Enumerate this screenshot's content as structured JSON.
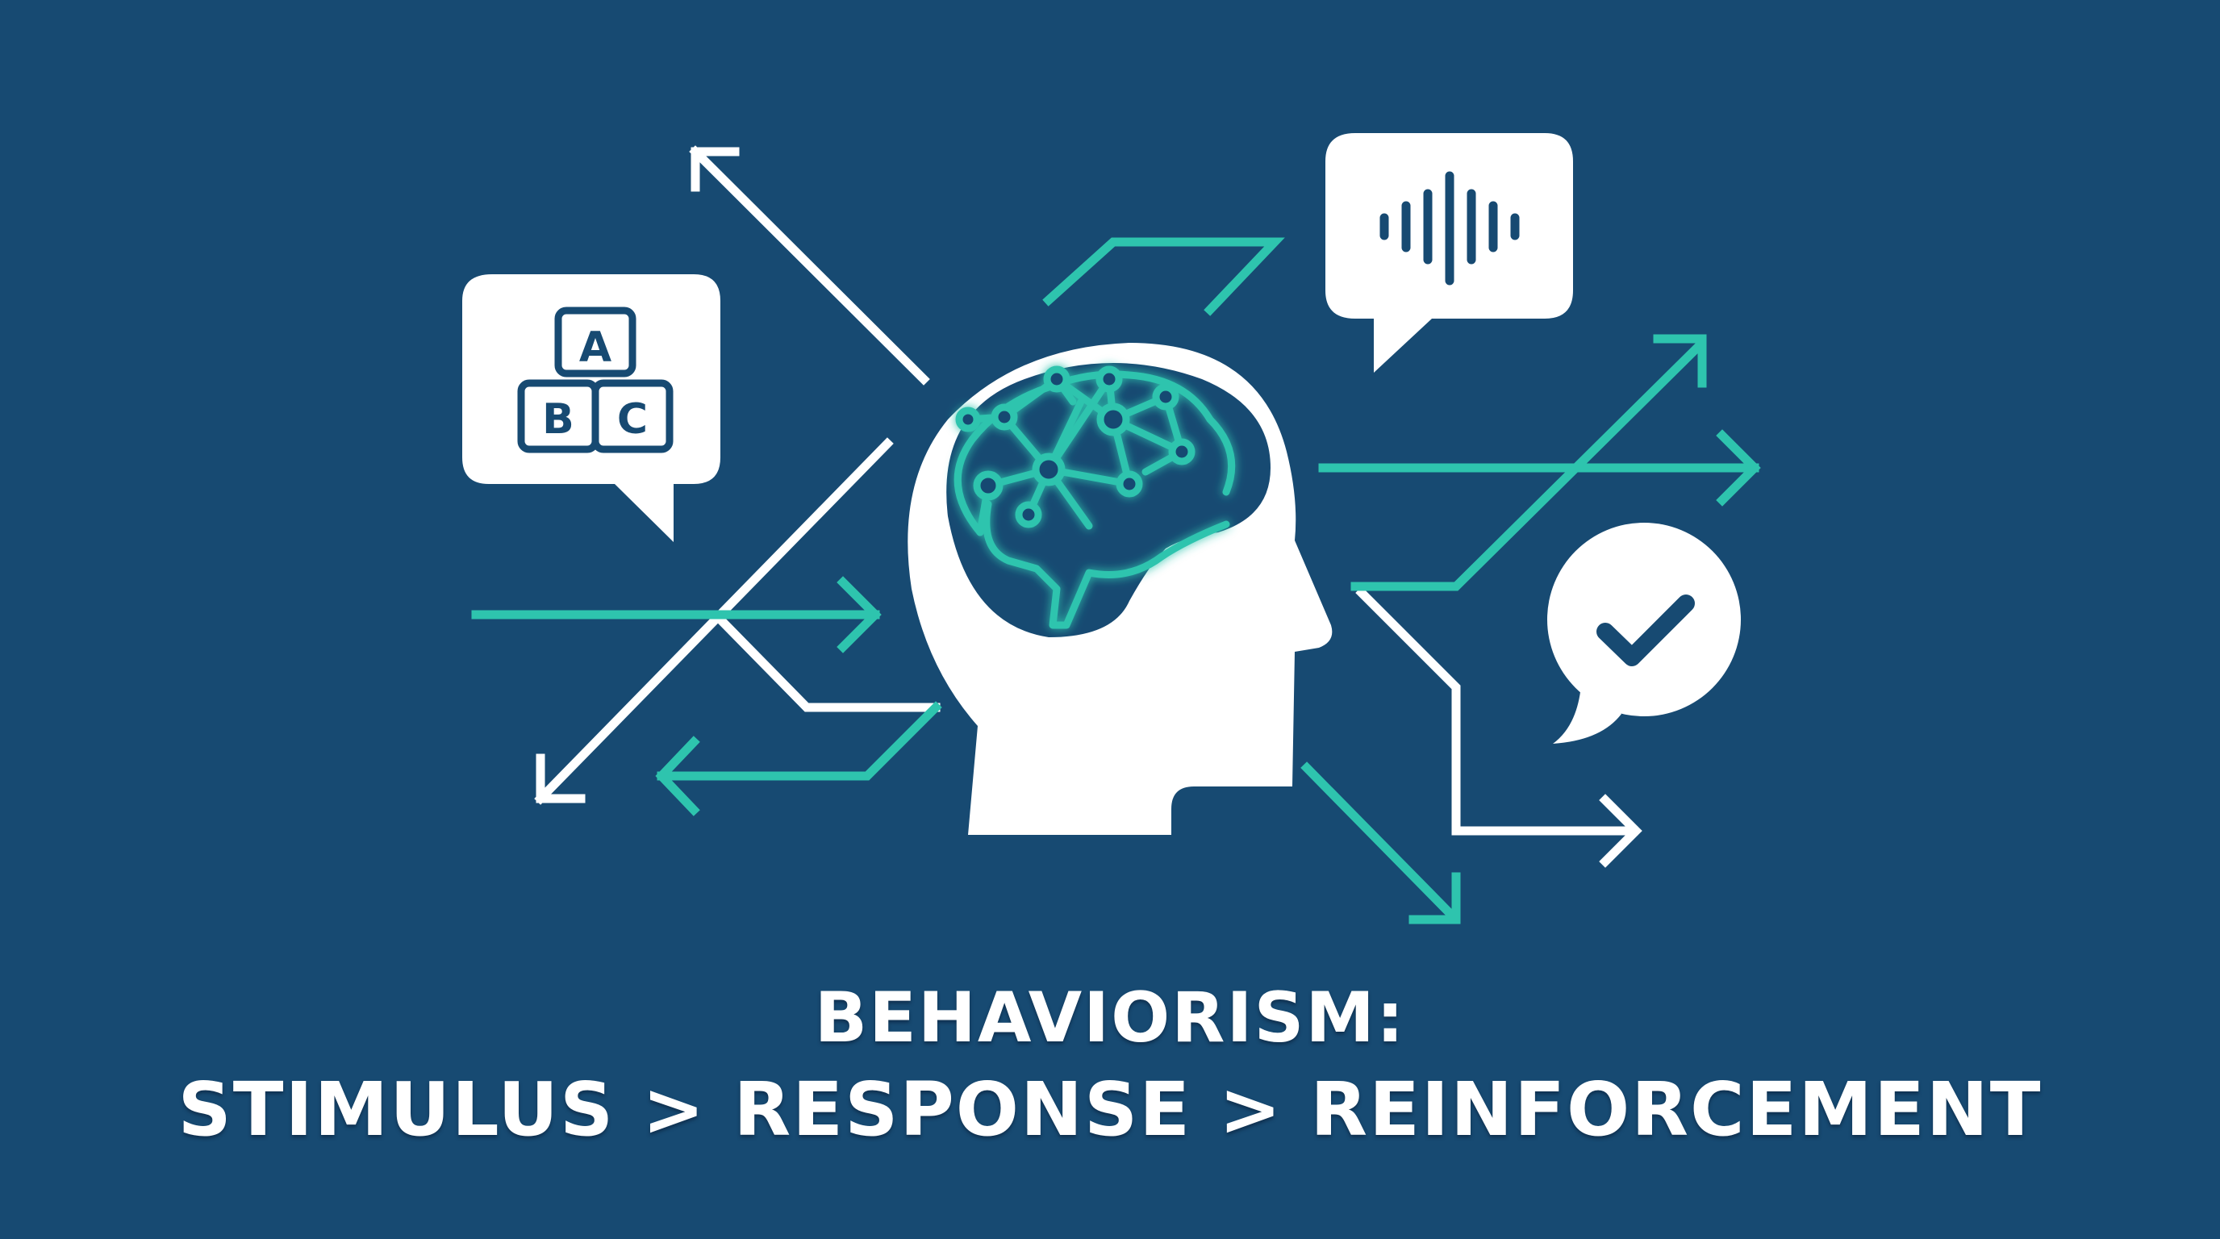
{
  "title": {
    "line1": "BEHAVIORISM:",
    "line2": "STIMULUS > RESPONSE > REINFORCEMENT"
  },
  "icons": {
    "stimulus_bubble": {
      "name": "abc-blocks-speech-bubble",
      "letters": [
        "A",
        "B",
        "C"
      ]
    },
    "response_bubble": {
      "name": "sound-wave-speech-bubble"
    },
    "reinforcement_bubble": {
      "name": "checkmark-speech-bubble"
    },
    "center": {
      "name": "head-with-neural-brain"
    }
  },
  "colors": {
    "background": "#174a72",
    "accent_teal": "#2ec4ae",
    "foreground_white": "#ffffff"
  }
}
